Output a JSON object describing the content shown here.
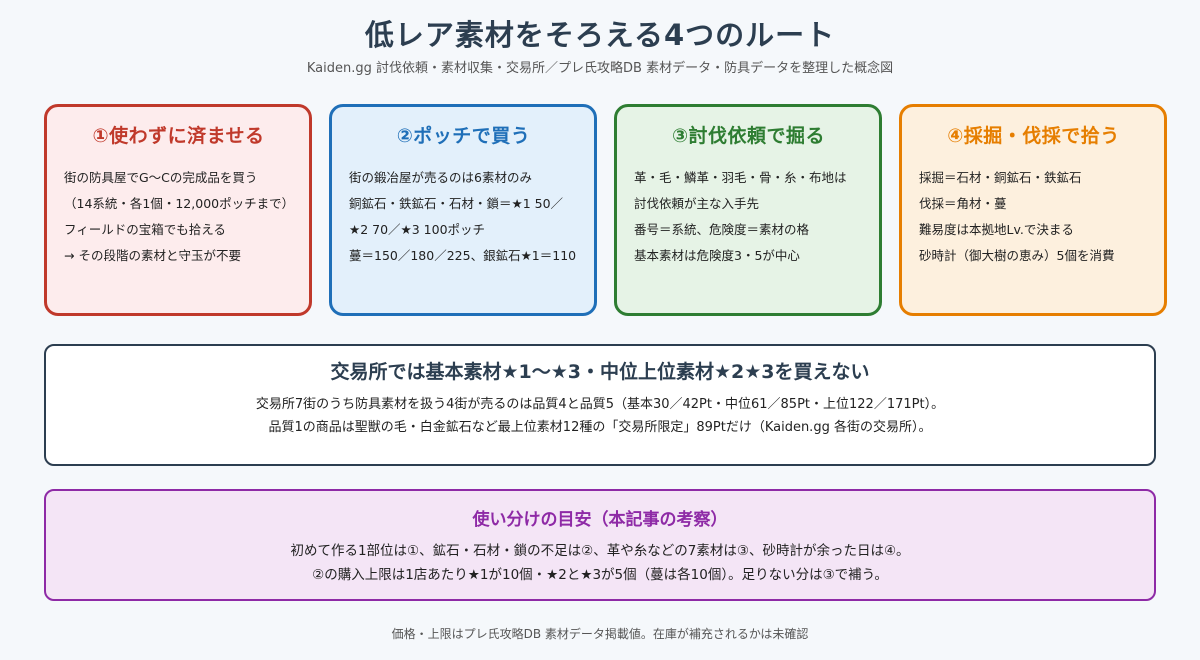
{
  "header": {
    "title": "低レア素材をそろえる4つのルート",
    "subtitle": "Kaiden.gg 討伐依頼・素材収集・交易所／プレ氏攻略DB 素材データ・防具データを整理した概念図"
  },
  "routes": [
    {
      "title": "①使わずに済ませる",
      "color": "#c0392b",
      "lines": [
        "街の防具屋でG〜Cの完成品を買う",
        "（14系統・各1個・12,000ポッチまで）",
        "フィールドの宝箱でも拾える",
        "→ その段階の素材と守玉が不要"
      ]
    },
    {
      "title": "②ポッチで買う",
      "color": "#1f6fb8",
      "lines": [
        "街の鍛冶屋が売るのは6素材のみ",
        "銅鉱石・鉄鉱石・石材・鎖＝★1 50／",
        "★2 70／★3 100ポッチ",
        "蔓＝150／180／225、銀鉱石★1＝110"
      ]
    },
    {
      "title": "③討伐依頼で掘る",
      "color": "#2e7d32",
      "lines": [
        "革・毛・鱗革・羽毛・骨・糸・布地は",
        "討伐依頼が主な入手先",
        "番号＝系統、危険度＝素材の格",
        "基本素材は危険度3・5が中心"
      ]
    },
    {
      "title": "④採掘・伐採で拾う",
      "color": "#e67e00",
      "lines": [
        "採掘＝石材・銅鉱石・鉄鉱石",
        "伐採＝角材・蔓",
        "難易度は本拠地Lv.で決まる",
        "砂時計（御大樹の恵み）5個を消費"
      ]
    }
  ],
  "trade": {
    "title": "交易所では基本素材★1〜★3・中位上位素材★2★3を買えない",
    "lines": [
      "交易所7街のうち防具素材を扱う4街が売るのは品質4と品質5（基本30／42Pt・中位61／85Pt・上位122／171Pt）。",
      "品質1の商品は聖獣の毛・白金鉱石など最上位素材12種の「交易所限定」89Ptだけ（Kaiden.gg 各街の交易所）。"
    ]
  },
  "guide": {
    "title": "使い分けの目安（本記事の考察）",
    "lines": [
      "初めて作る1部位は①、鉱石・石材・鎖の不足は②、革や糸などの7素材は③、砂時計が余った日は④。",
      "②の購入上限は1店あたり★1が10個・★2と★3が5個（蔓は各10個）。足りない分は③で補う。"
    ]
  },
  "footnote": "価格・上限はプレ氏攻略DB 素材データ掲載値。在庫が補充されるかは未確認"
}
